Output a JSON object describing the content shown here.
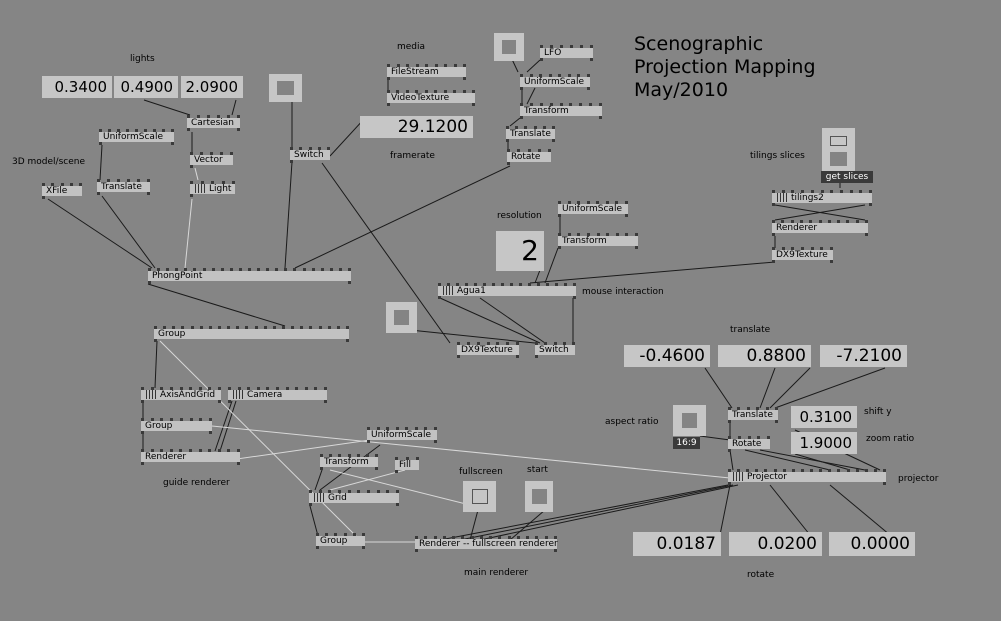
{
  "title": [
    "Scenographic",
    "Projection Mapping",
    "May/2010"
  ],
  "notes": {
    "lights": "lights",
    "media": "media",
    "model": "3D model/scene",
    "framerate": "framerate",
    "resolution": "resolution",
    "mouse": "mouse interaction",
    "tilings": "tilings slices",
    "translate": "translate",
    "aspect": "aspect ratio",
    "shifty": "shift y",
    "zoom": "zoom ratio",
    "projector": "projector",
    "guide": "guide renderer",
    "fullscreen": "fullscreen",
    "start": "start",
    "main": "main renderer",
    "rotate": "rotate"
  },
  "nodes": {
    "filestream": "FileStream",
    "videotexture": "VideoTexture",
    "lfo": "LFO",
    "uniformscale_top": "UniformScale",
    "transform_top": "Transform",
    "translate_top": "Translate",
    "rotate_top": "Rotate",
    "cartesian": "Cartesian",
    "uniformscale_left": "UniformScale",
    "vector": "Vector",
    "light": "||||  Light",
    "xfile": "XFile",
    "translate_left": "Translate",
    "switch_top": "Switch",
    "phongpoint": "PhongPoint",
    "tilings2": "||||  tilings2",
    "renderer_tilings": "Renderer",
    "dx9texture_tilings": "DX9Texture",
    "uniformscale_mid": "UniformScale",
    "transform_mid": "Transform",
    "agua": "||||  Agua1",
    "dx9texture_mid": "DX9Texture",
    "switch_mid": "Switch",
    "group_top": "Group",
    "axisandgrid": "||||  AxisAndGrid",
    "camera": "||||  Camera",
    "group_mid": "Group",
    "renderer_guide": "Renderer",
    "uniformscale_low": "UniformScale",
    "transform_low": "Transform",
    "fill": "Fill",
    "grid": "||||  Grid",
    "group_low": "Group",
    "renderer_main": "Renderer -- fullscreen renderer",
    "translate_right": "Translate",
    "rotate_right": "Rotate",
    "projector": "||||  Projector"
  },
  "values": {
    "light_x": "0.3400",
    "light_y": "0.4900",
    "light_z": "2.0900",
    "framerate": "29.1200",
    "resolution": "2",
    "tx": "-0.4600",
    "ty": "0.8800",
    "tz": "-7.2100",
    "shift_y": "0.3100",
    "zoom": "1.9000",
    "rx": "0.0187",
    "ry": "0.0200",
    "rz": "0.0000"
  },
  "buttons": {
    "get_slices": "get slices",
    "aspect_169": "16:9"
  },
  "colors": {
    "background": "#858585",
    "node": "#c2c2c2",
    "pin": "#3a3a3a",
    "wire_dark": "#1a1a1a",
    "wire_light": "#d8d8d8"
  }
}
